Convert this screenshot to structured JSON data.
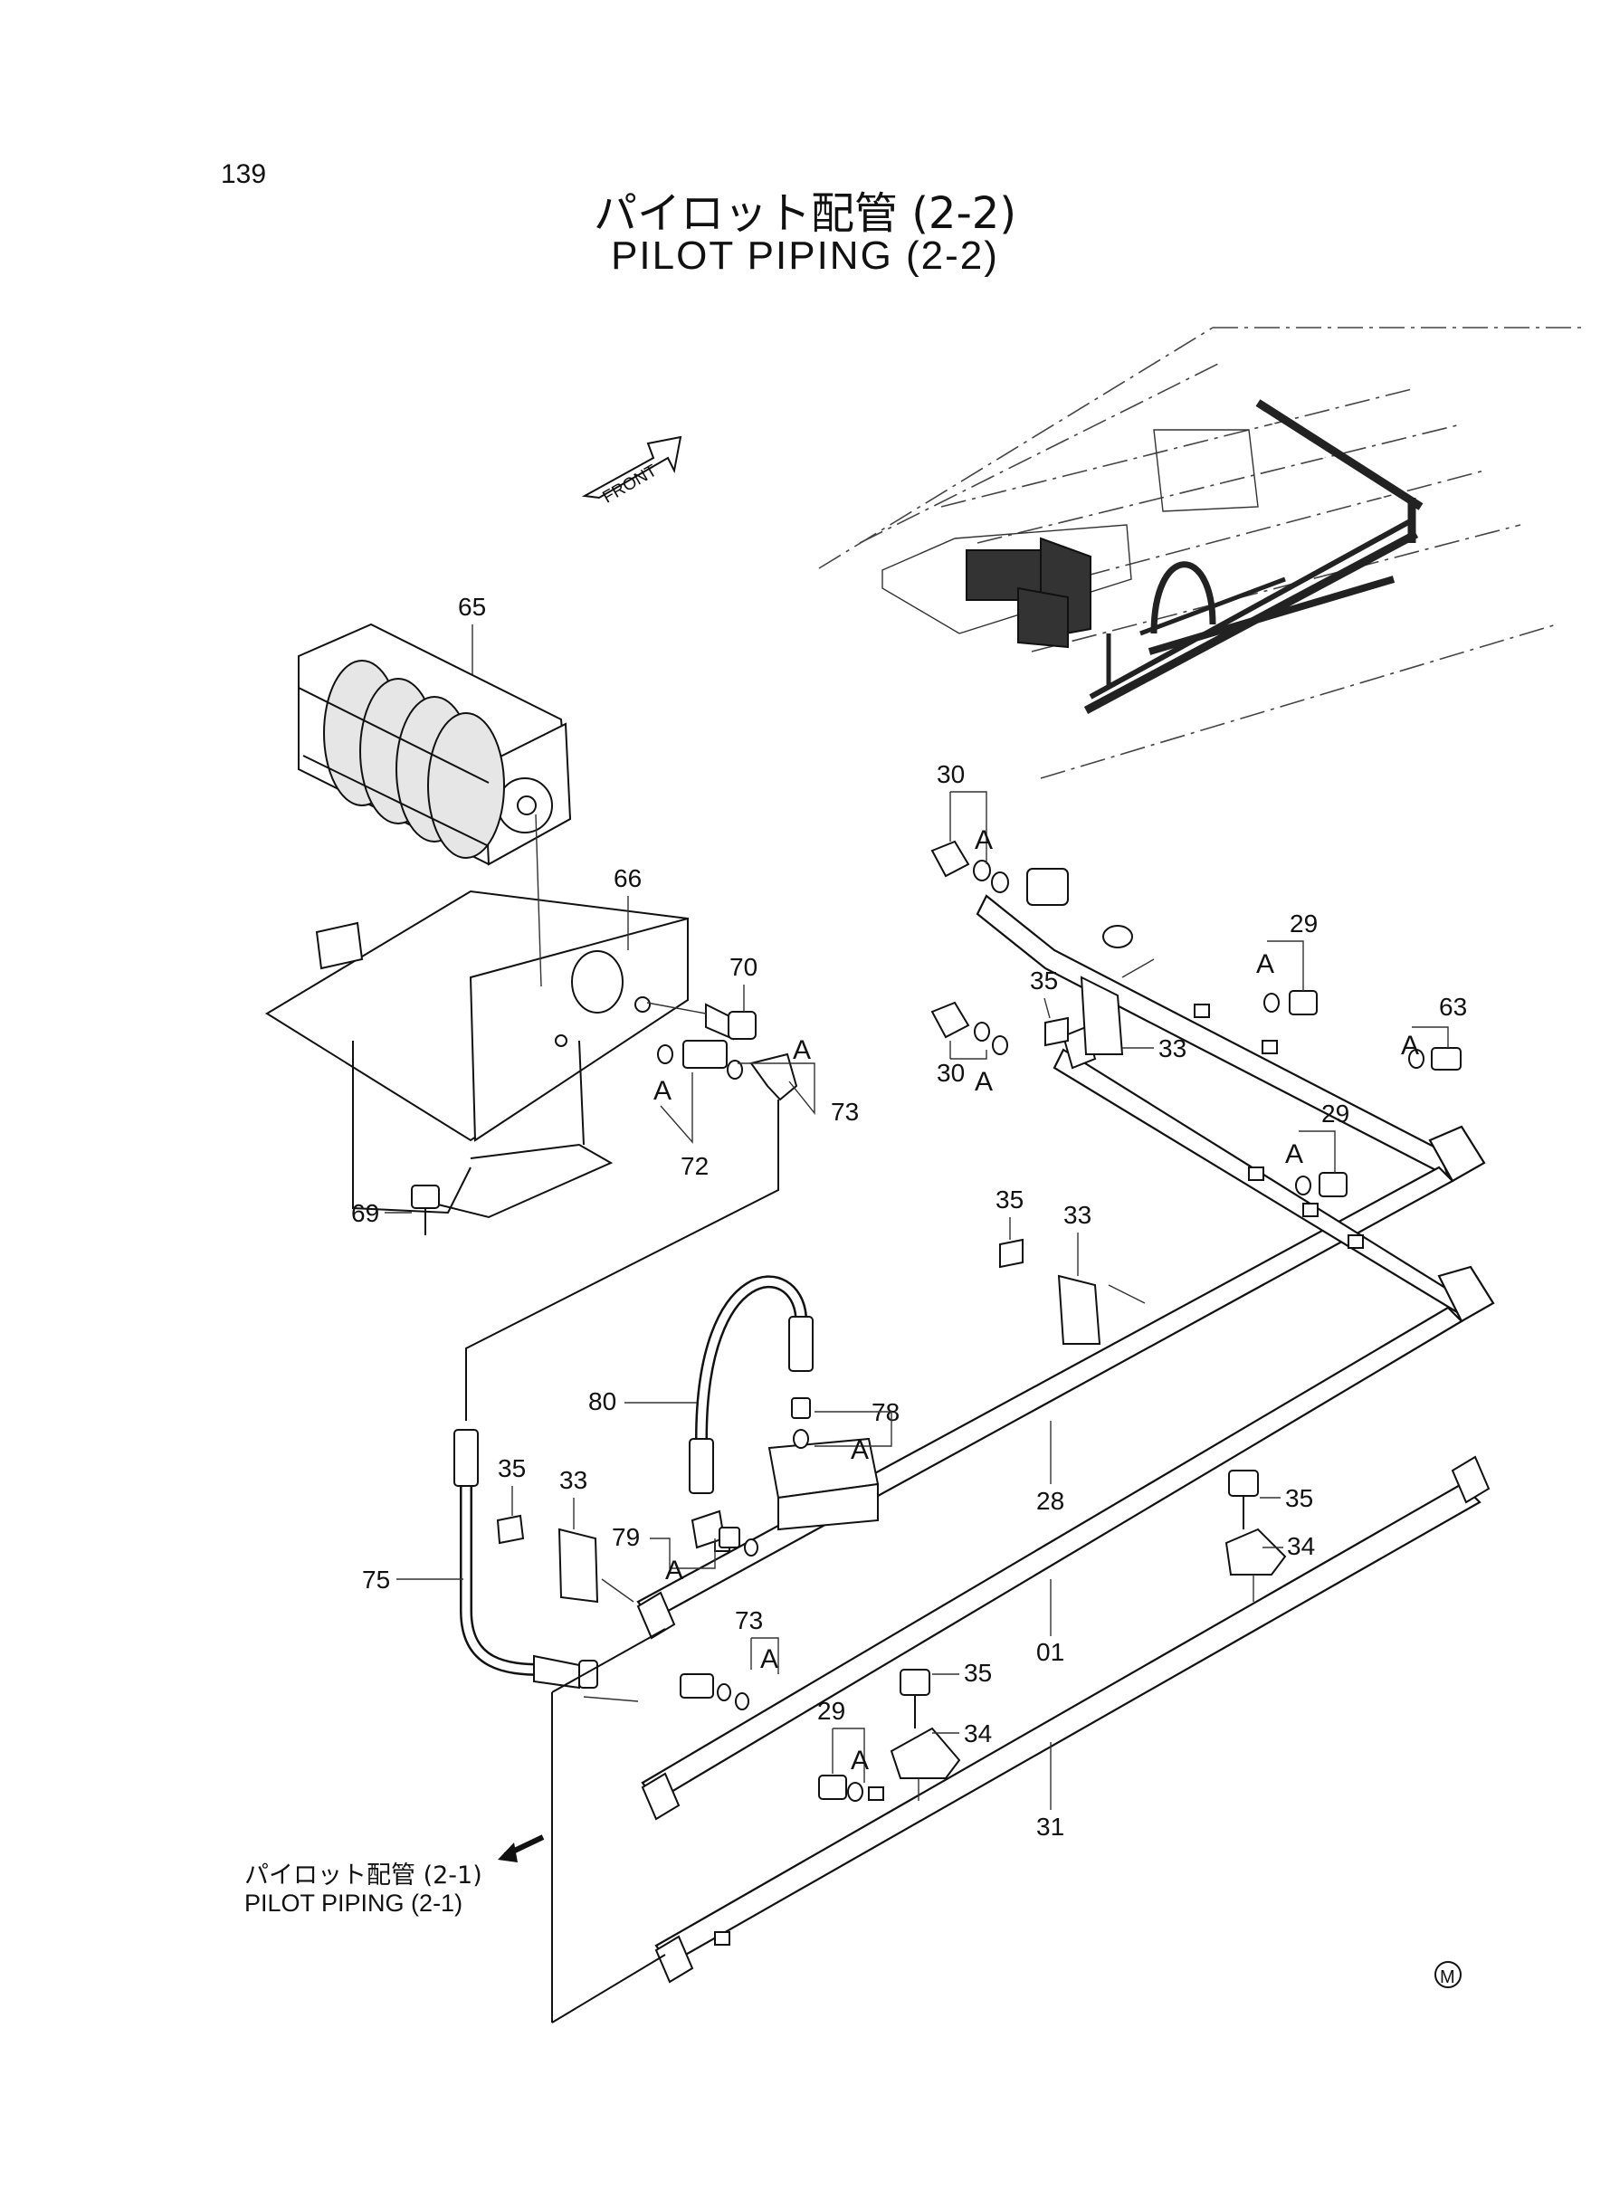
{
  "page_number": "139",
  "title_ja": "パイロット配管 (2-2)",
  "title_en": "PILOT PIPING (2-2)",
  "front_label": "FRONT",
  "reference": {
    "ja": "パイロット配管 (2-1)",
    "en": "PILOT PIPING (2-1)"
  },
  "callouts": {
    "p65": "65",
    "p66": "66",
    "p70": "70",
    "p69": "69",
    "p72": "72",
    "p73a": "73",
    "p30a": "30",
    "p30b": "30",
    "p29a": "29",
    "p63": "63",
    "p35a": "35",
    "p33a": "33",
    "p29b": "29",
    "p35b": "35",
    "p33b": "33",
    "p80": "80",
    "p78": "78",
    "p35c": "35",
    "p33c": "33",
    "p79": "79",
    "p75": "75",
    "p28": "28",
    "p35d": "35",
    "p34a": "34",
    "p01": "01",
    "p73b": "73",
    "p35e": "35",
    "p34b": "34",
    "p29c": "29",
    "p31": "31"
  },
  "marker_A": "A",
  "mark": "M"
}
